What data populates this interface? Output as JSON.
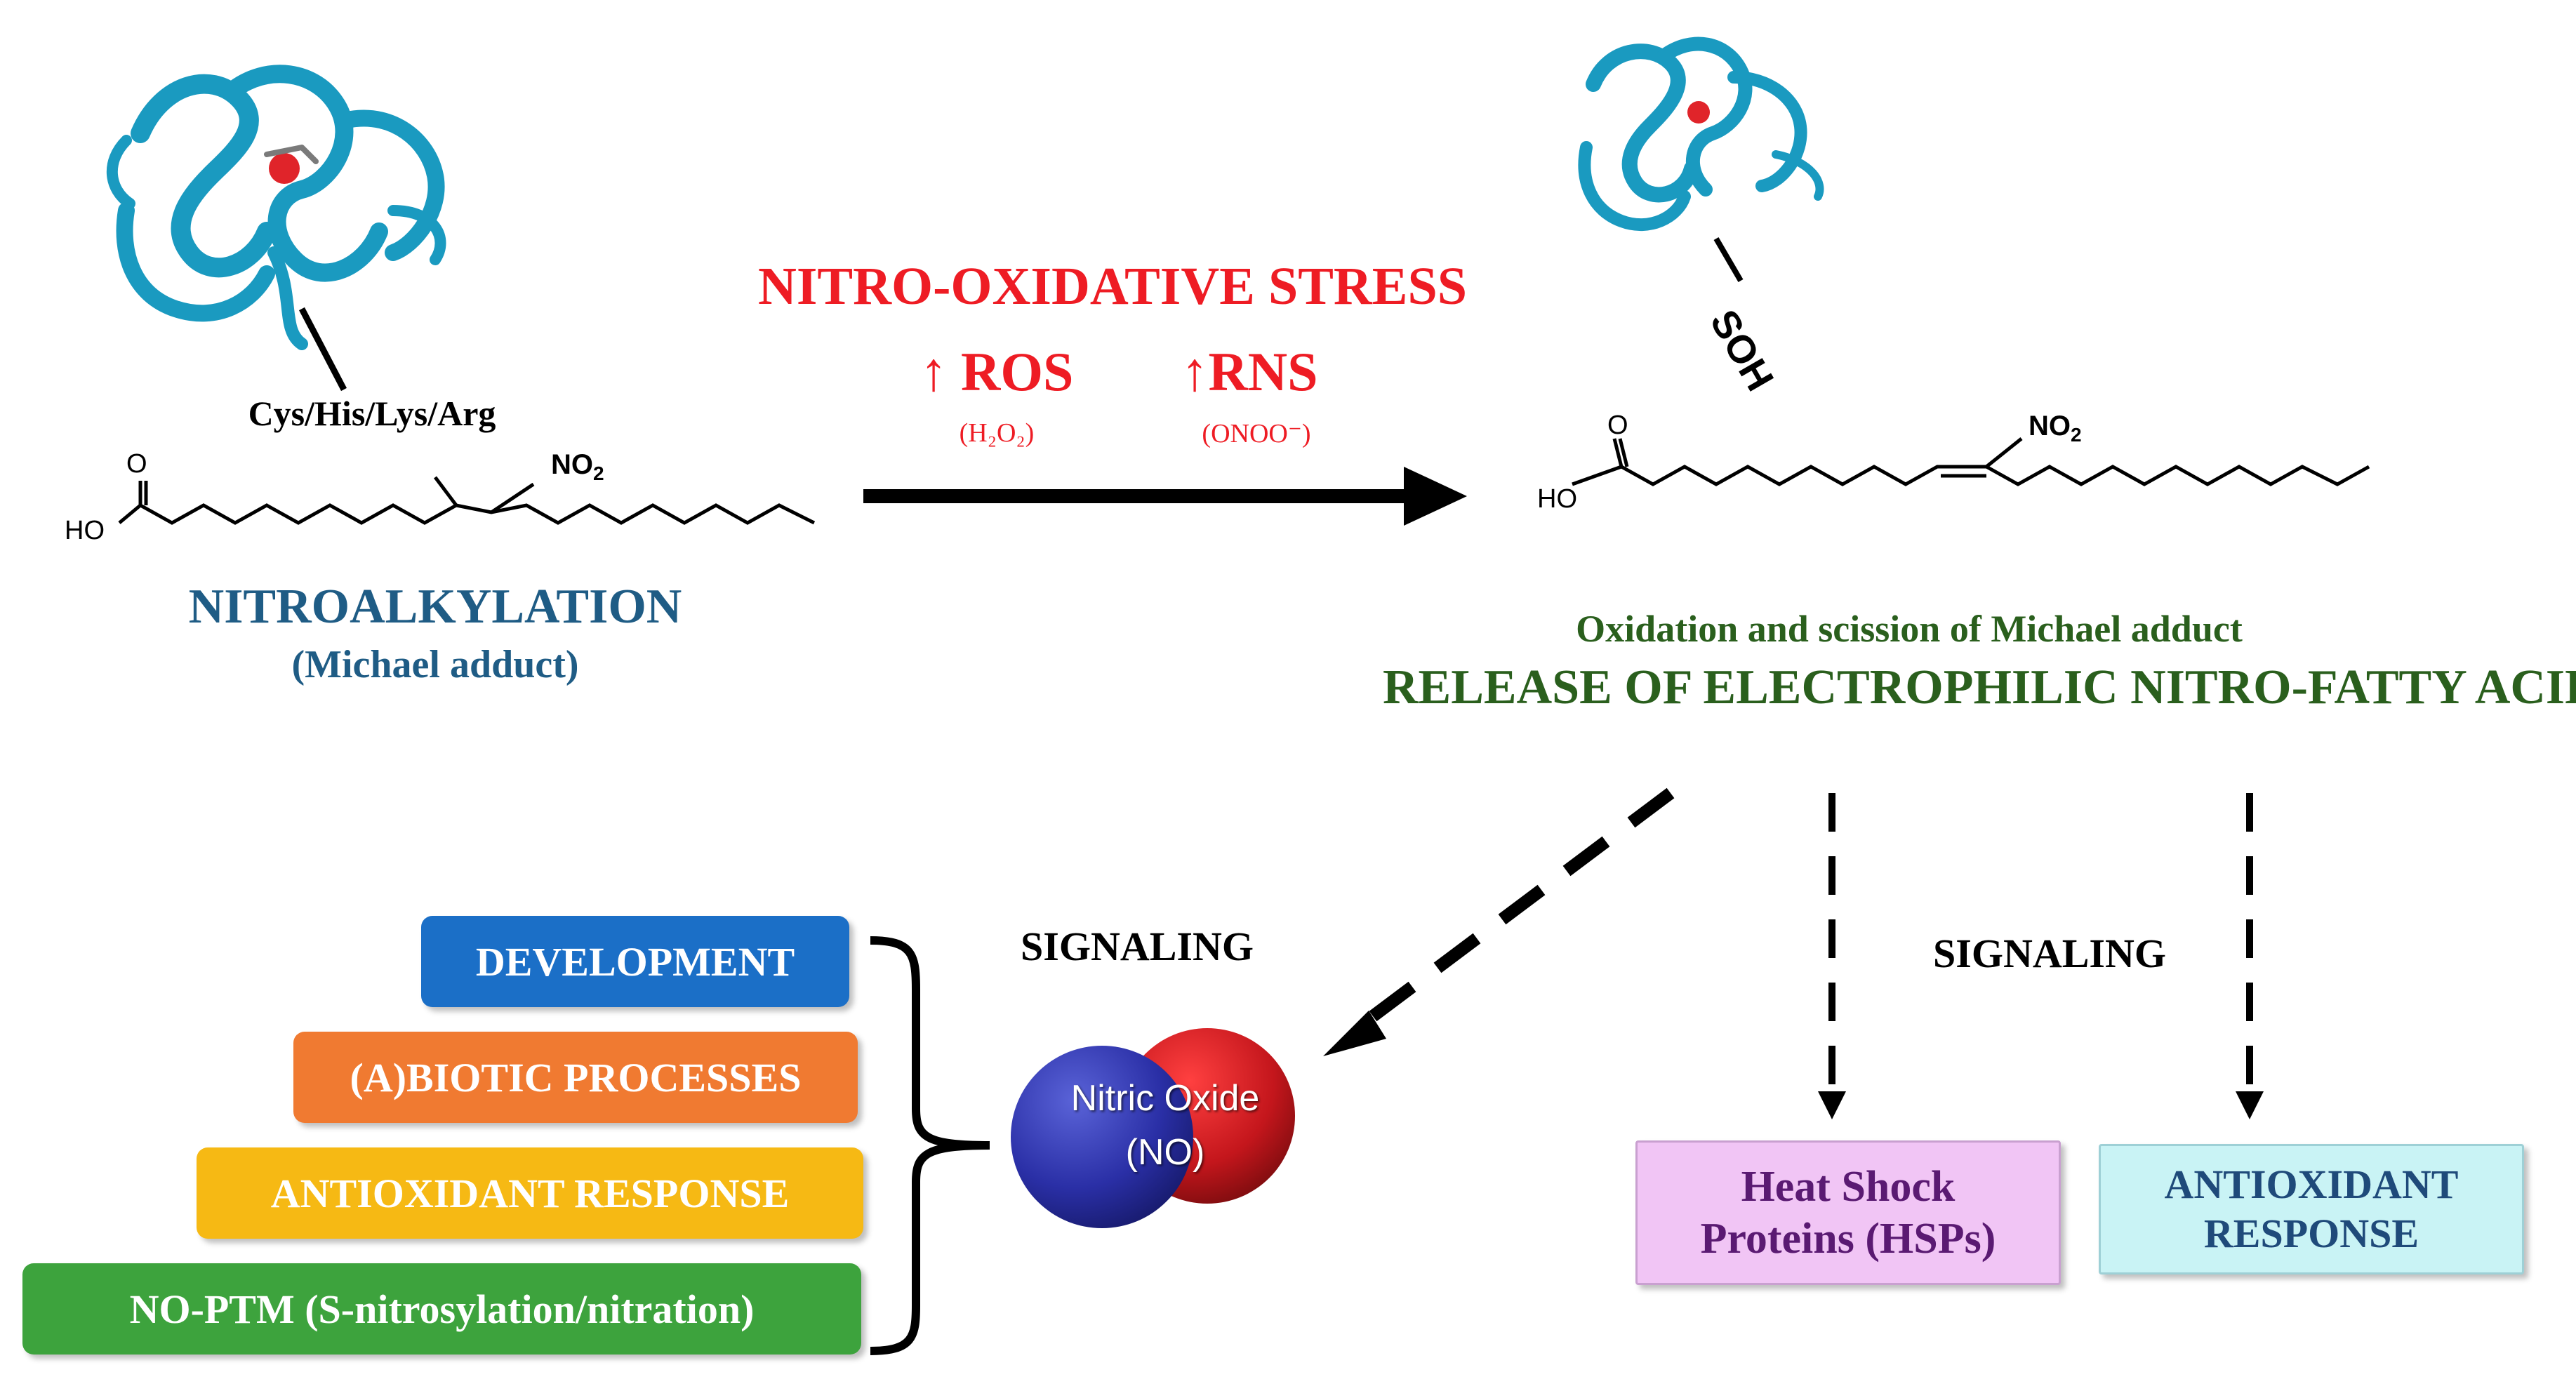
{
  "left_structure": {
    "residues": "Cys/His/Lys/Arg",
    "acid_group": "HO",
    "acid_o": "O",
    "nitro_group": "NO",
    "nitro_sub": "2",
    "title": "NITROALKYLATION",
    "subtitle": "(Michael adduct)"
  },
  "stress": {
    "title": "NITRO-OXIDATIVE STRESS",
    "ros": "↑ ROS",
    "ros_example": "(H₂O₂)",
    "rns": "↑RNS",
    "rns_example": "(ONOO⁻)"
  },
  "right_structure": {
    "sulfenic": "SOH",
    "acid_group": "HO",
    "acid_o": "O",
    "nitro_group": "NO",
    "nitro_sub": "2",
    "line1": "Oxidation and scission of Michael adduct",
    "line2": "RELEASE OF ELECTROPHILIC NITRO-FATTY ACID"
  },
  "signaling_left": "SIGNALING",
  "signaling_right": "SIGNALING",
  "no_sphere": {
    "line1": "Nitric Oxide",
    "line2": "(NO)"
  },
  "left_boxes": [
    {
      "label": "DEVELOPMENT",
      "color": "#1b6fc7"
    },
    {
      "label": "(A)BIOTIC PROCESSES",
      "color": "#f07a31"
    },
    {
      "label": "ANTIOXIDANT RESPONSE",
      "color": "#f6b914"
    },
    {
      "label": "NO-PTM (S-nitrosylation/nitration)",
      "color": "#3da33d"
    }
  ],
  "hsp_box": {
    "line1": "Heat Shock",
    "line2": "Proteins (HSPs)",
    "color": "#f1c5f5",
    "text_color": "#5a1a72"
  },
  "antiox_box": {
    "line1": "ANTIOXIDANT",
    "line2": "RESPONSE",
    "color": "#c9f3f5",
    "text_color": "#1f4a7a"
  },
  "colors": {
    "stress": "#ee1c24",
    "protein": "#1a9ac0",
    "title_blue": "#1f5c85",
    "release_green": "#2a5f1d"
  }
}
